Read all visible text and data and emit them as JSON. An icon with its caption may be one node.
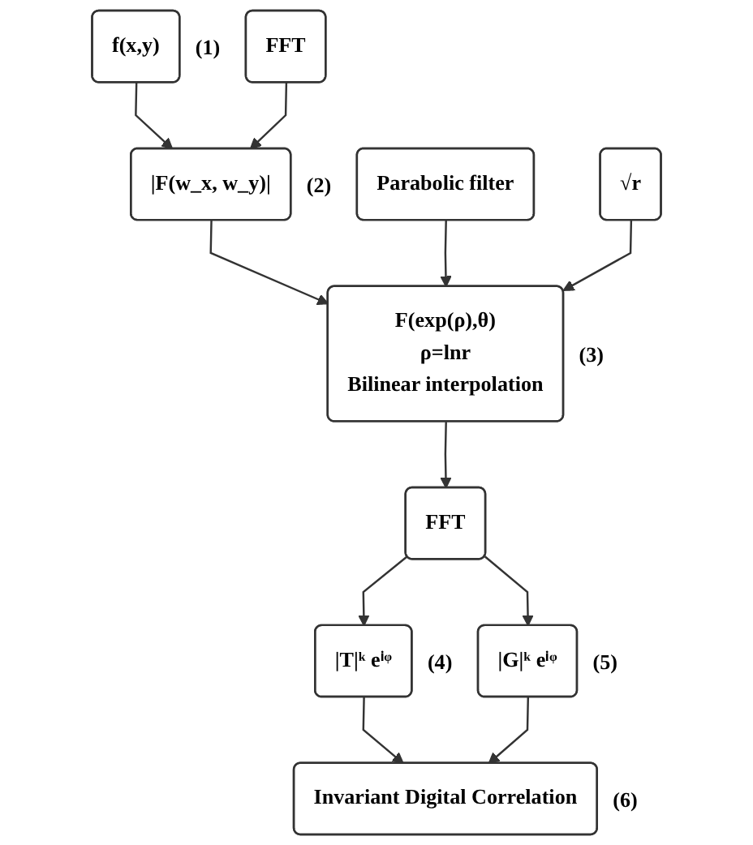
{
  "diagram": {
    "nodes": [
      {
        "text": [
          "f(x,y)"
        ],
        "beside": [
          "(1)"
        ]
      },
      {
        "text": [
          "FFT"
        ]
      },
      {
        "text": [
          "|F(w_x, w_y)|"
        ],
        "beside": [
          "(2)"
        ]
      },
      {
        "text": [
          "Parabolic filter"
        ]
      },
      {
        "text": [
          "√r"
        ]
      },
      {
        "text": [
          "F(exp(ρ),θ)",
          "ρ=lnr",
          "Bilinear interpolation"
        ],
        "beside": [
          "(3)"
        ]
      },
      {
        "text": [
          "|T|ᵏ eⁱᵠ"
        ],
        "beside": [
          "(4)"
        ]
      },
      {
        "text": [
          "FFT"
        ]
      },
      {
        "text": [
          "|G|ᵏ eⁱᵠ"
        ],
        "beside": [
          "(5)"
        ]
      },
      {
        "text": [
          "Invariant Digital Correlation"
        ],
        "beside": [
          "(6)"
        ]
      }
    ],
    "edges": [
      {
        "from": 0,
        "to": 2,
        "arrow": "to"
      },
      {
        "from": 1,
        "to": 2,
        "arrow": "to"
      },
      {
        "from": 2,
        "to": 5,
        "arrow": "to"
      },
      {
        "from": 3,
        "to": 5,
        "arrow": "to"
      },
      {
        "from": 4,
        "to": 5,
        "arrow": "to"
      },
      {
        "from": 5,
        "to": 7,
        "arrow": "to"
      },
      {
        "from": 7,
        "to": 6,
        "arrow": "to"
      },
      {
        "from": 7,
        "to": 8,
        "arrow": "to"
      },
      {
        "from": 6,
        "to": 9,
        "arrow": "to"
      },
      {
        "from": 8,
        "to": 9,
        "arrow": "to"
      }
    ]
  }
}
